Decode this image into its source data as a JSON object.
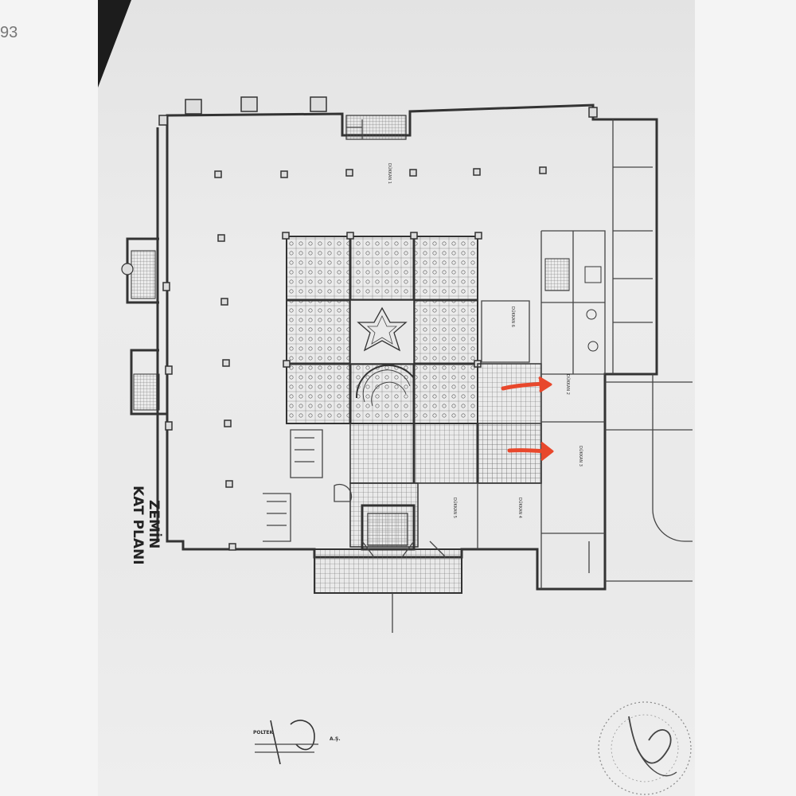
{
  "corner_label": "93",
  "plan": {
    "title_line1": "ZEMİN",
    "title_line2": "KAT PLANI"
  },
  "rooms": [
    {
      "label": "DÜKKAN 1"
    },
    {
      "label": "DÜKKAN 2"
    },
    {
      "label": "DÜKKAN 3"
    },
    {
      "label": "DÜKKAN 4"
    },
    {
      "label": "DÜKKAN 5"
    },
    {
      "label": "DÜKKAN 6"
    }
  ],
  "stamp": {
    "company": "POLTEK",
    "suffix": "A.Ş."
  },
  "colors": {
    "arrow": "#e8482c",
    "ink": "#333333"
  }
}
